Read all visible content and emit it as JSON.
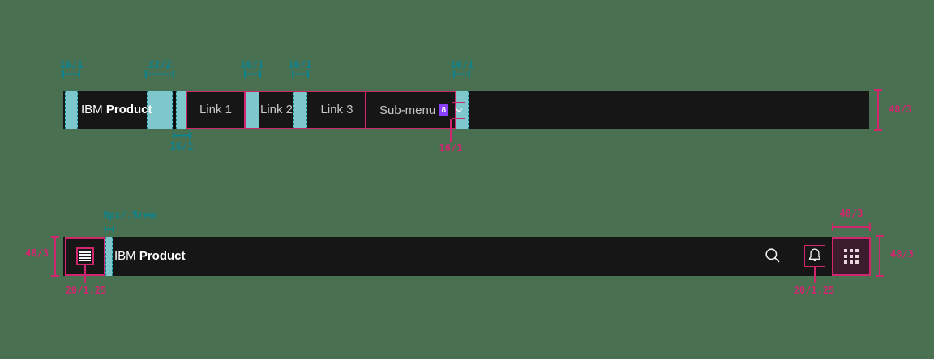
{
  "colors": {
    "background": "#4A7052",
    "header_bar": "#161616",
    "teal_highlight": "#86D6DB",
    "teal_annotation_text": "#0D838E",
    "pink_annotation": "#D0266E",
    "badge_purple": "#8A3FFC",
    "switcher_fill": "#3B1C2C",
    "brand_text": "#FFFFFF",
    "nav_link_text": "#C6C6C6"
  },
  "icons": {
    "menu": "hamburger-lines",
    "search": "magnifier",
    "notifications": "bell",
    "app_switcher": "3x3-dot-grid",
    "submenu_chevron": "chevron-down"
  },
  "top_header": {
    "brand": {
      "prefix": "IBM",
      "name": "Product"
    },
    "nav_links": [
      {
        "label": "Link 1"
      },
      {
        "label": "Link 2"
      },
      {
        "label": "Link 3"
      }
    ],
    "submenu": {
      "label": "Sub-menu",
      "badge_count": "8"
    },
    "annotations": {
      "left_padding": "16/1",
      "after_brand_gap": "32/2",
      "nav_item_gap_1": "16/1",
      "nav_item_gap_2": "16/1",
      "nav_right_gap": "16/1",
      "nav_left_padding": "16/1",
      "chevron_size": "16/1",
      "bar_height": "48/3"
    }
  },
  "bottom_header": {
    "brand": {
      "prefix": "IBM",
      "name": "Product"
    },
    "annotations": {
      "bar_height": "48/3",
      "menu_icon_size": "20/1.25",
      "menu_to_brand_gap": "8px/.5rem",
      "bell_icon_size": "20/1.25",
      "switcher_width": "48/3",
      "switcher_height": "48/3"
    }
  }
}
